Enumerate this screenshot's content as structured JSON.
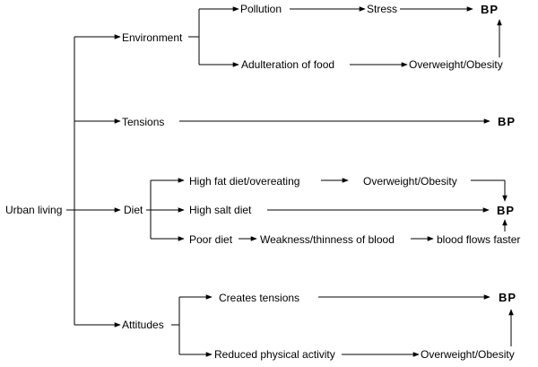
{
  "root": {
    "label": "Urban living"
  },
  "branches": {
    "environment": {
      "label": "Environment",
      "pollution": "Pollution",
      "stress": "Stress",
      "bp": "BP",
      "adulteration": "Adulteration of food",
      "overweight": "Overweight/Obesity"
    },
    "tensions": {
      "label": "Tensions",
      "bp": "BP"
    },
    "diet": {
      "label": "Diet",
      "high_fat": "High fat diet/overeating",
      "overweight": "Overweight/Obesity",
      "high_salt": "High salt diet",
      "bp": "BP",
      "poor_diet": "Poor diet",
      "weakness": "Weakness/thinness of blood",
      "blood_flow": "blood flows faster"
    },
    "attitudes": {
      "label": "Attitudes",
      "creates_tensions": "Creates tensions",
      "bp": "BP",
      "reduced_activity": "Reduced physical activity",
      "overweight": "Overweight/Obesity"
    }
  }
}
